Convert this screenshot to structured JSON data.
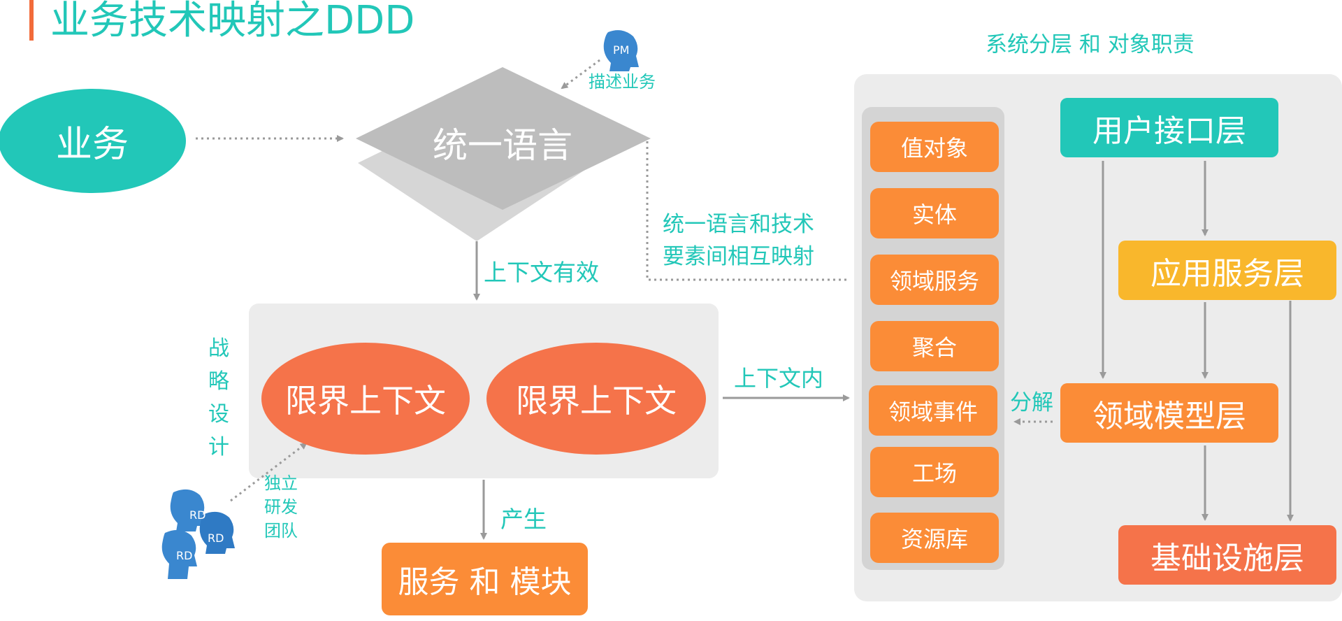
{
  "title": "业务技术映射之DDD",
  "layers_title": "系统分层 和 对象职责",
  "business": "业务",
  "ubiquitous_language": "统一语言",
  "pm_label": "PM",
  "describe_business": "描述业务",
  "context_valid": "上下文有效",
  "mapping_text": [
    "统一语言和技术",
    "要素间相互映射"
  ],
  "strategic_design": [
    "战",
    "略",
    "设",
    "计"
  ],
  "bounded_context": [
    "限界上下文",
    "限界上下文"
  ],
  "within_context": "上下文内",
  "produce": "产生",
  "services_modules": "服务 和 模块",
  "rd_label": "RD",
  "team_label": [
    "独立",
    "研发",
    "团队"
  ],
  "domain_items": [
    "值对象",
    "实体",
    "领域服务",
    "聚合",
    "领域事件",
    "工场",
    "资源库"
  ],
  "decompose": "分解",
  "layers": {
    "ui": "用户接口层",
    "app": "应用服务层",
    "domain": "领域模型层",
    "infra": "基础设施层"
  },
  "colors": {
    "teal": "#22c7b8",
    "orange": "#fb8c37",
    "coral": "#f5734a",
    "yellow": "#f9b72c",
    "gray": "#bdbdbd",
    "blue": "#3a87cf"
  }
}
